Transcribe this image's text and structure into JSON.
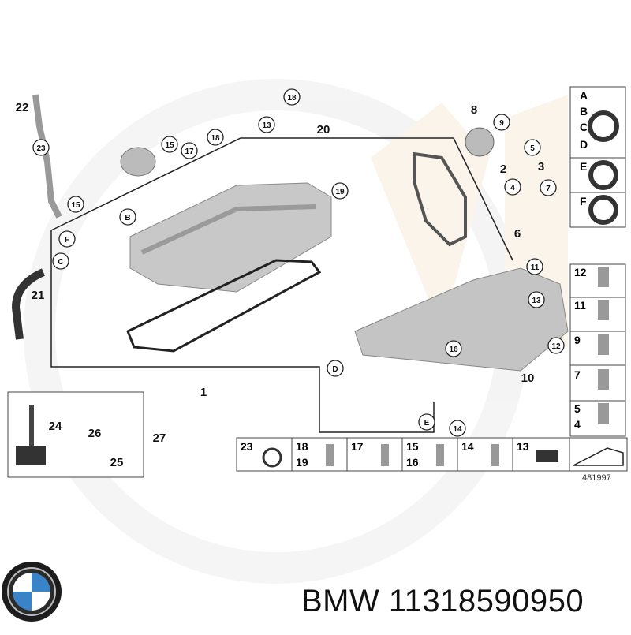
{
  "brand": {
    "logo_letters": "BMW",
    "caption": "BMW 11318590950"
  },
  "diagram": {
    "id": "481997",
    "callouts": [
      "22",
      "23",
      "15",
      "17",
      "18",
      "13",
      "18",
      "20",
      "8",
      "9",
      "5",
      "3",
      "2",
      "4",
      "7",
      "6",
      "19",
      "15",
      "B",
      "F",
      "C",
      "21",
      "1",
      "11",
      "13",
      "12",
      "16",
      "D",
      "10",
      "E",
      "14",
      "24",
      "26",
      "27",
      "25"
    ],
    "panel_letters": {
      "top_left": [
        "A",
        "B",
        "C",
        "D"
      ],
      "e": "E",
      "f": "F"
    },
    "side_panel": [
      {
        "label": "12"
      },
      {
        "label": "11"
      },
      {
        "label": "9"
      },
      {
        "label": "7"
      },
      {
        "label": "5\n4"
      }
    ],
    "bottom_panel": [
      {
        "label": "23"
      },
      {
        "label": "18\n19"
      },
      {
        "label": "17"
      },
      {
        "label": "15\n16"
      },
      {
        "label": "14"
      },
      {
        "label": "13"
      }
    ]
  }
}
